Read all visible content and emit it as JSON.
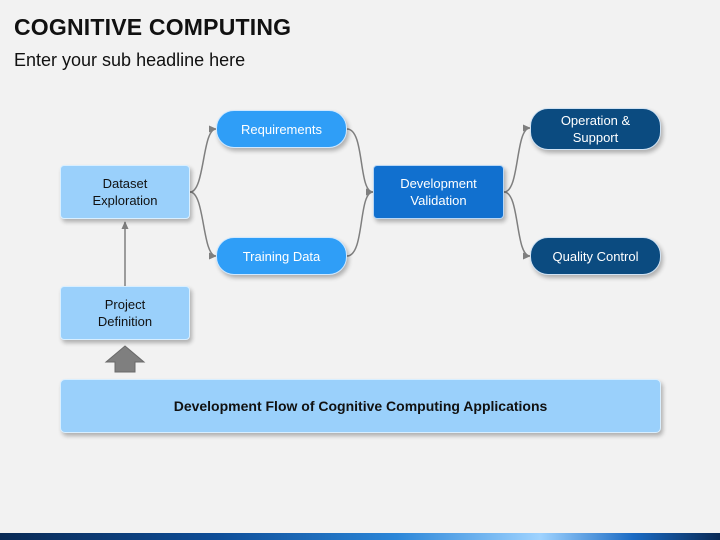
{
  "header": {
    "title": "COGNITIVE COMPUTING",
    "subtitle": "Enter your sub headline here"
  },
  "diagram": {
    "dataset_exploration": "Dataset\nExploration",
    "project_definition": "Project\nDefinition",
    "requirements": "Requirements",
    "training_data": "Training Data",
    "development_validation": "Development\nValidation",
    "operation_support": "Operation &\nSupport",
    "quality_control": "Quality Control"
  },
  "banner": {
    "label": "Development Flow of Cognitive Computing Applications"
  },
  "colors": {
    "light_box": "#9ad0fb",
    "mid_pill": "#2f9ef7",
    "dark_box": "#1170cf",
    "navy_pill": "#0b4b80",
    "connector": "#7f7f7f"
  }
}
